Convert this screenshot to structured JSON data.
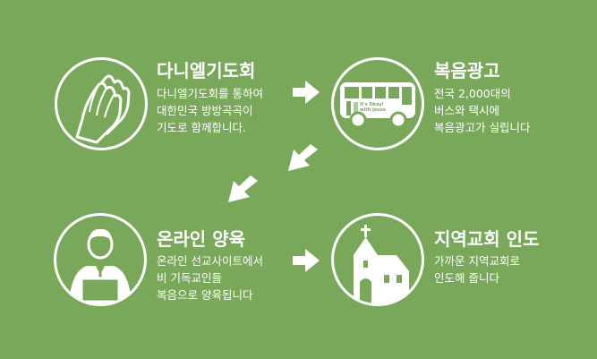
{
  "colors": {
    "background": "#7aa85a",
    "foreground": "#ffffff"
  },
  "steps": [
    {
      "title": "다니엘기도회",
      "icon": "praying-hands-icon",
      "desc": [
        "다니엘기도회를 통하여",
        "대한민국 방방곡곡이",
        "기도로 함께합니다."
      ]
    },
    {
      "title": "복음광고",
      "icon": "bus-icon",
      "bus_sign": [
        "It's Okay!",
        "with Jesus"
      ],
      "desc": [
        "전국 2,000대의",
        "버스와 택시에",
        "복음광고가 실립니다"
      ]
    },
    {
      "title": "온라인 양육",
      "icon": "person-laptop-icon",
      "desc": [
        "온라인 선교사이트에서",
        "비 기독교인들",
        "복음으로 양육됩니다"
      ]
    },
    {
      "title": "지역교회 인도",
      "icon": "church-icon",
      "desc": [
        "가까운 지역교회로",
        "인도해 줍니다"
      ]
    }
  ],
  "arrows": [
    "arrow-right-icon",
    "arrow-down-left-icon",
    "arrow-down-left-icon",
    "arrow-right-icon"
  ]
}
